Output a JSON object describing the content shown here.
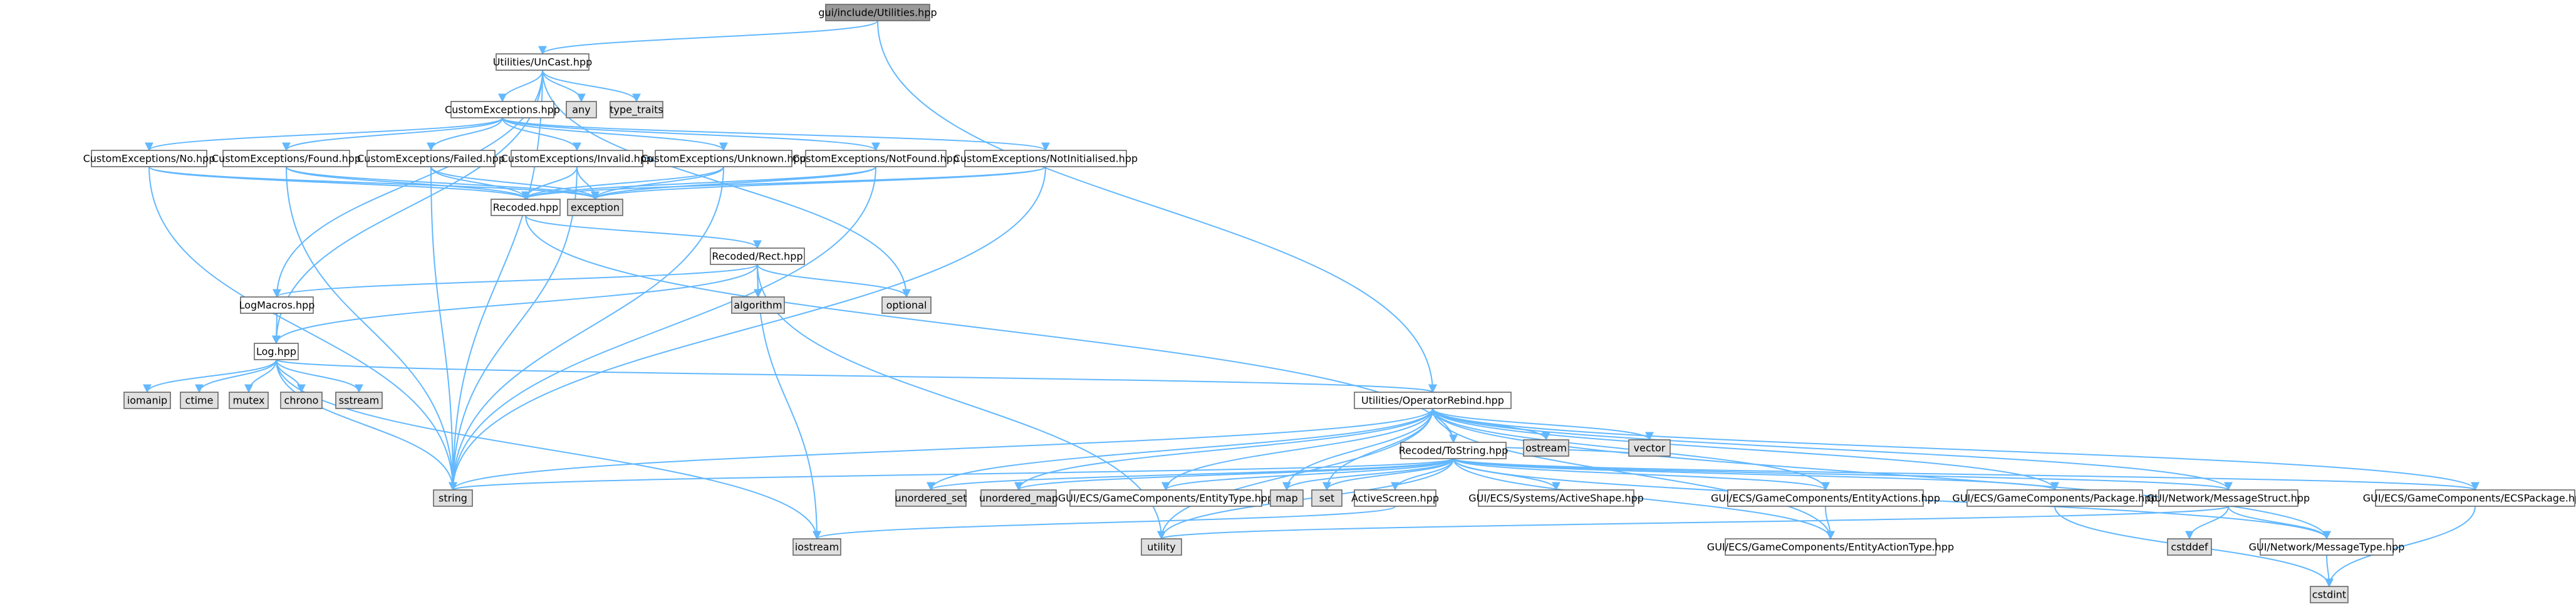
{
  "colors": {
    "edge": "#63b8ff",
    "node_fill": "#ffffff",
    "system_fill": "#e0e0e0",
    "root_fill": "#999999",
    "border": "#666666"
  },
  "nodes": [
    {
      "id": "root",
      "label": "gui/include/Utilities.hpp",
      "kind": "root"
    },
    {
      "id": "uncast",
      "label": "Utilities/UnCast.hpp",
      "kind": "file"
    },
    {
      "id": "any",
      "label": "any",
      "kind": "system"
    },
    {
      "id": "type_traits",
      "label": "type_traits",
      "kind": "system"
    },
    {
      "id": "customexc",
      "label": "CustomExceptions.hpp",
      "kind": "file"
    },
    {
      "id": "ce_no",
      "label": "CustomExceptions/No.hpp",
      "kind": "file"
    },
    {
      "id": "ce_found",
      "label": "CustomExceptions/Found.hpp",
      "kind": "file"
    },
    {
      "id": "ce_failed",
      "label": "CustomExceptions/Failed.hpp",
      "kind": "file"
    },
    {
      "id": "ce_invalid",
      "label": "CustomExceptions/Invalid.hpp",
      "kind": "file"
    },
    {
      "id": "ce_unknown",
      "label": "CustomExceptions/Unknown.hpp",
      "kind": "file"
    },
    {
      "id": "ce_notfound",
      "label": "CustomExceptions/NotFound.hpp",
      "kind": "file"
    },
    {
      "id": "ce_notinit",
      "label": "CustomExceptions/NotInitialised.hpp",
      "kind": "file"
    },
    {
      "id": "recoded",
      "label": "Recoded.hpp",
      "kind": "file"
    },
    {
      "id": "exception",
      "label": "exception",
      "kind": "system"
    },
    {
      "id": "rect",
      "label": "Recoded/Rect.hpp",
      "kind": "file"
    },
    {
      "id": "algorithm",
      "label": "algorithm",
      "kind": "system"
    },
    {
      "id": "optional",
      "label": "optional",
      "kind": "system"
    },
    {
      "id": "logmacros",
      "label": "LogMacros.hpp",
      "kind": "file"
    },
    {
      "id": "log",
      "label": "Log.hpp",
      "kind": "file"
    },
    {
      "id": "iomanip",
      "label": "iomanip",
      "kind": "system"
    },
    {
      "id": "ctime",
      "label": "ctime",
      "kind": "system"
    },
    {
      "id": "mutex",
      "label": "mutex",
      "kind": "system"
    },
    {
      "id": "chrono",
      "label": "chrono",
      "kind": "system"
    },
    {
      "id": "sstream",
      "label": "sstream",
      "kind": "system"
    },
    {
      "id": "string",
      "label": "string",
      "kind": "system"
    },
    {
      "id": "oprebind",
      "label": "Utilities/OperatorRebind.hpp",
      "kind": "file"
    },
    {
      "id": "ostream",
      "label": "ostream",
      "kind": "system"
    },
    {
      "id": "tostring",
      "label": "Recoded/ToString.hpp",
      "kind": "file"
    },
    {
      "id": "unordered_set",
      "label": "unordered_set",
      "kind": "system"
    },
    {
      "id": "unordered_map",
      "label": "unordered_map",
      "kind": "system"
    },
    {
      "id": "entitytype",
      "label": "GUI/ECS/GameComponents/EntityType.hpp",
      "kind": "file"
    },
    {
      "id": "map",
      "label": "map",
      "kind": "system"
    },
    {
      "id": "set",
      "label": "set",
      "kind": "system"
    },
    {
      "id": "activescreen",
      "label": "ActiveScreen.hpp",
      "kind": "file"
    },
    {
      "id": "activeshape",
      "label": "GUI/ECS/Systems/ActiveShape.hpp",
      "kind": "file"
    },
    {
      "id": "vector",
      "label": "vector",
      "kind": "system"
    },
    {
      "id": "entityactions",
      "label": "GUI/ECS/GameComponents/EntityActions.hpp",
      "kind": "file"
    },
    {
      "id": "package",
      "label": "GUI/ECS/GameComponents/Package.hpp",
      "kind": "file"
    },
    {
      "id": "msgstruct",
      "label": "GUI/Network/MessageStruct.hpp",
      "kind": "file"
    },
    {
      "id": "ecspackage",
      "label": "GUI/ECS/GameComponents/ECSPackage.hpp",
      "kind": "file"
    },
    {
      "id": "iostream",
      "label": "iostream",
      "kind": "system"
    },
    {
      "id": "utility",
      "label": "utility",
      "kind": "system"
    },
    {
      "id": "entityactiontype",
      "label": "GUI/ECS/GameComponents/EntityActionType.hpp",
      "kind": "file"
    },
    {
      "id": "cstddef",
      "label": "cstddef",
      "kind": "system"
    },
    {
      "id": "msgtype",
      "label": "GUI/Network/MessageType.hpp",
      "kind": "file"
    },
    {
      "id": "cstdint",
      "label": "cstdint",
      "kind": "system"
    }
  ]
}
